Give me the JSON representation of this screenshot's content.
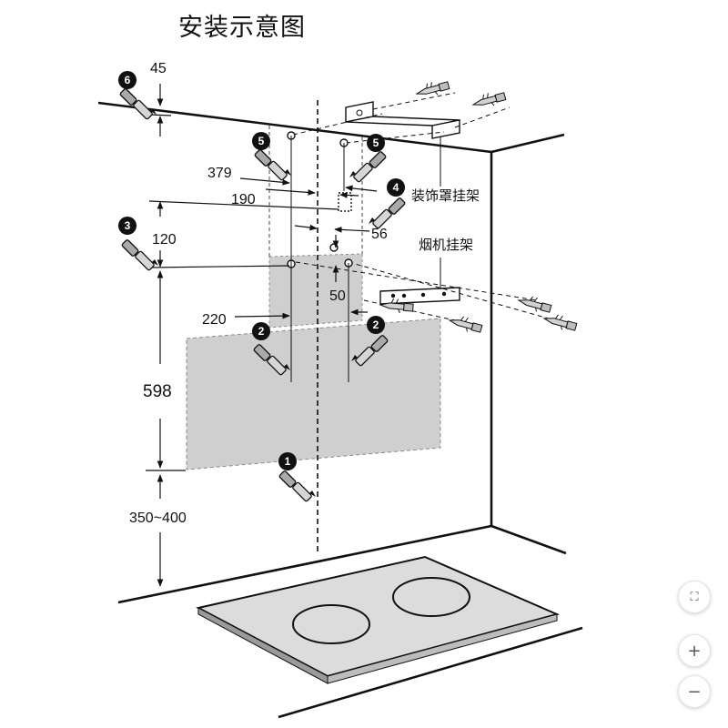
{
  "title": "安装示意图",
  "dimensions": {
    "d45": "45",
    "d379": "379",
    "d190": "190",
    "d120": "120",
    "d56": "56",
    "d50": "50",
    "d220": "220",
    "d598": "598",
    "d350_400": "350~400"
  },
  "labels": {
    "decor_bracket": "装饰罩挂架",
    "hood_bracket": "烟机挂架"
  },
  "markers": [
    "6",
    "5",
    "5",
    "4",
    "3",
    "2",
    "2",
    "1"
  ],
  "controls": {
    "fit": "⛶",
    "zoom_in": "+",
    "zoom_out": "−"
  },
  "icons": {
    "fit": "fit-screen-icon",
    "zoom_in": "plus-icon",
    "zoom_out": "minus-icon",
    "drill": "drill-icon",
    "anchor": "wall-anchor-icon"
  }
}
